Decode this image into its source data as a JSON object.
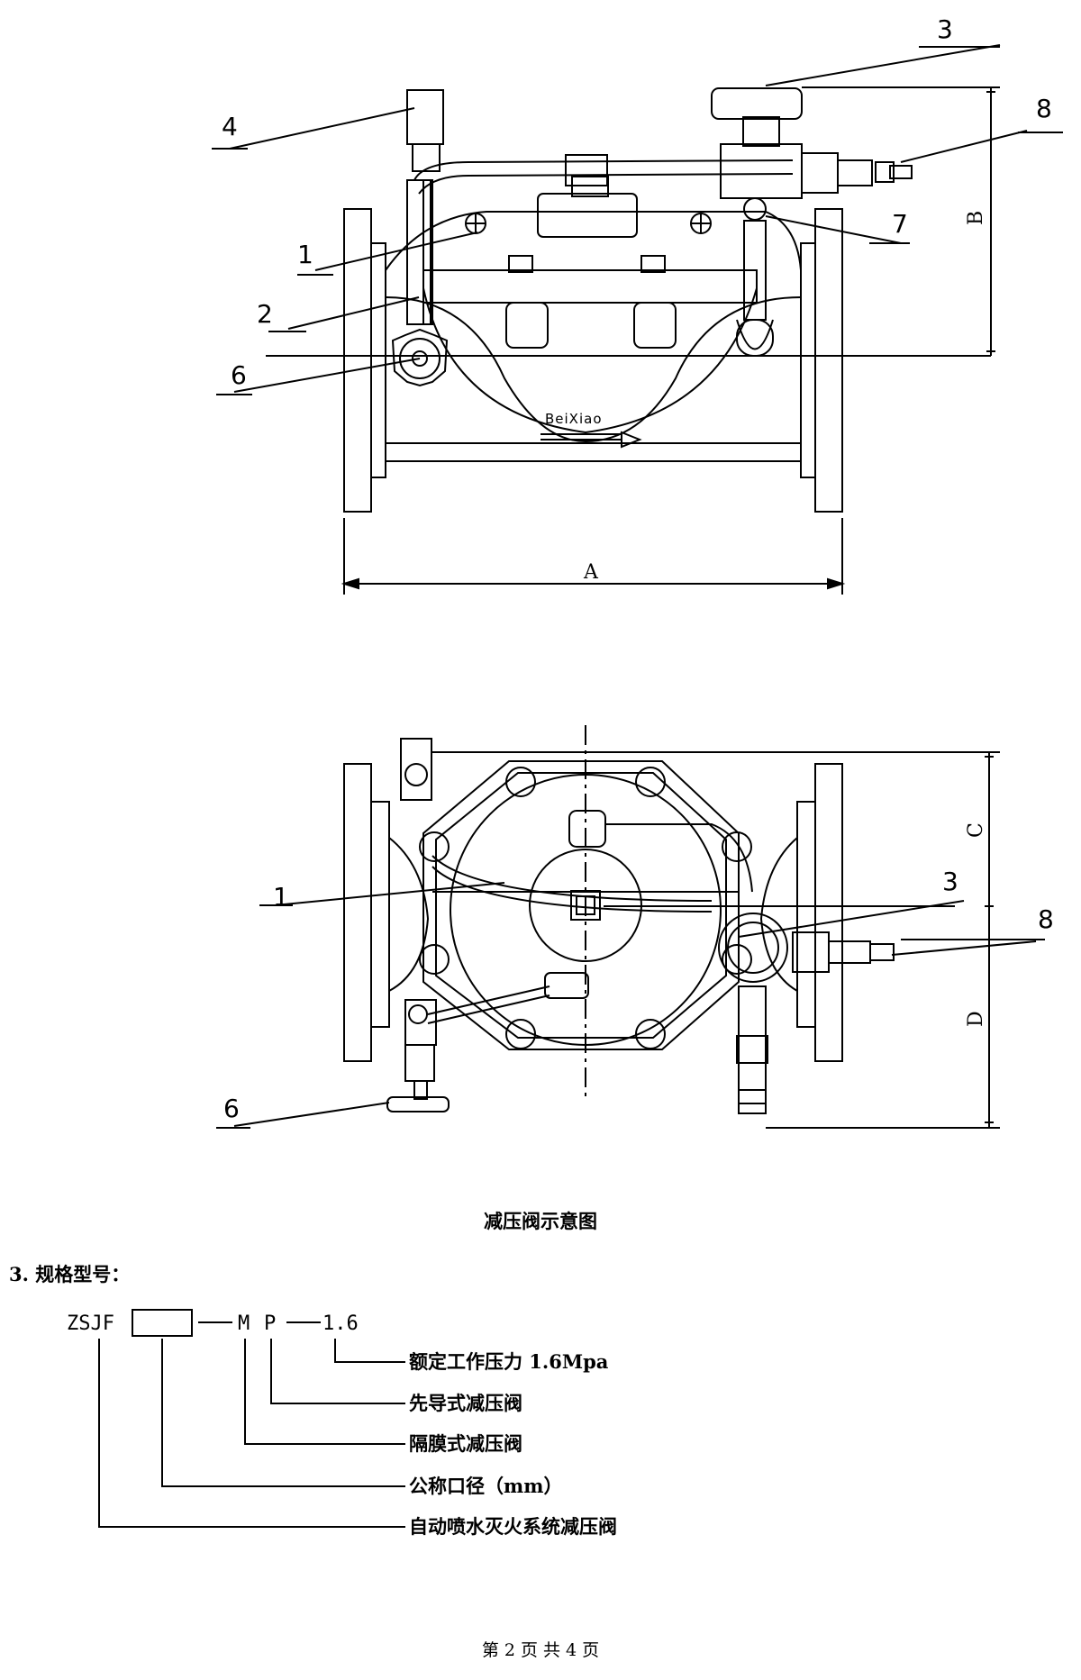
{
  "figure": {
    "side_view": {
      "labels": [
        "3",
        "8",
        "4",
        "7",
        "1",
        "2",
        "6"
      ],
      "dim_a": "A",
      "dim_b": "B",
      "mark": "BeiXiao"
    },
    "top_view": {
      "labels": [
        "1",
        "3",
        "8",
        "6"
      ],
      "dim_c": "C",
      "dim_d": "D"
    },
    "caption": "减压阀示意图"
  },
  "spec": {
    "heading": "3. 规格型号：",
    "code_prefix": "ZSJF",
    "code_m": "M",
    "code_p": "P",
    "code_pressure": "1.6",
    "descriptions": [
      "额定工作压力 1.6Mpa",
      "先导式减压阀",
      "隔膜式减压阀",
      "公称口径（mm）",
      "自动喷水灭火系统减压阀"
    ]
  },
  "footer": "第 2 页 共 4 页"
}
